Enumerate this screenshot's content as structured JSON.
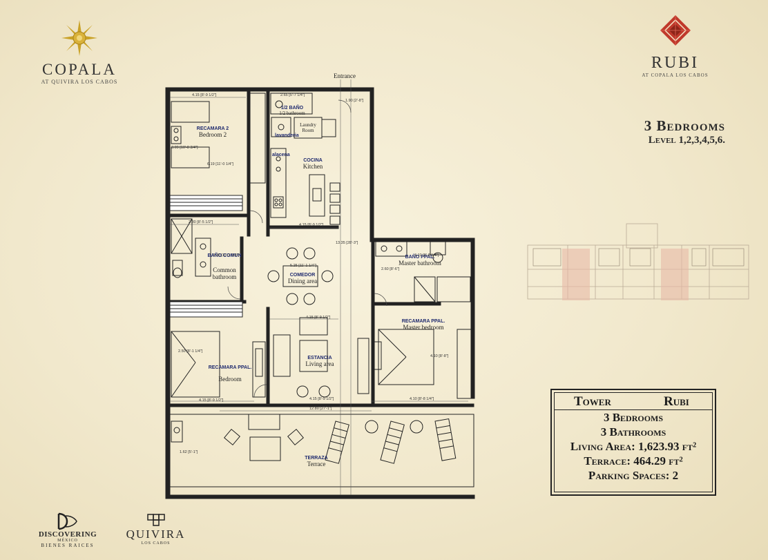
{
  "brand_left": {
    "title": "COPALA",
    "subtitle": "AT QUIVIRA LOS CABOS",
    "icon": "sun-logo-icon"
  },
  "brand_right": {
    "title": "RUBI",
    "subtitle": "AT COPALA LOS CABOS",
    "icon": "ruby-gem-icon"
  },
  "heading": {
    "bedrooms": "3 Bedrooms",
    "levels": "Level 1,2,3,4,5,6."
  },
  "plan": {
    "entrance": "Entrance",
    "rooms": {
      "bedroom2": {
        "es": "RECAMARA 2",
        "en": "Bedroom 2"
      },
      "half_bath": {
        "es": "1/2 BAÑO",
        "en": "1/2 bathroom"
      },
      "laundry": {
        "es": "lavanderia",
        "en": "Laundry Room"
      },
      "storage": {
        "es": "alacena"
      },
      "kitchen": {
        "es": "COCINA",
        "en": "Kitchen"
      },
      "common_bath": {
        "es": "BAÑO COMUN",
        "en": "Common bathroom"
      },
      "dining": {
        "es": "COMEDOR",
        "en": "Dining area"
      },
      "master_bath": {
        "es": "BAÑO PPAL.",
        "en": "Master bathroom"
      },
      "bedroom": {
        "es": "RECAMARA PPAL.",
        "en": "Bedroom"
      },
      "living": {
        "es": "ESTANCIA",
        "en": "Living area"
      },
      "master_bedroom": {
        "es": "RECAMARA PPAL.",
        "en": "Master bedroom"
      },
      "terrace": {
        "es": "TERRAZA",
        "en": "Terrace"
      }
    },
    "dims": {
      "d1": "4.15 [8'-9 1/2\"]",
      "d2": "2.65 [5'-7 1/4\"]",
      "d3": "1.90 [2'-8\"]",
      "d4": "3.09 [10'-8 3/4\"]",
      "d5": "6.19 [11'-0 1/4\"]",
      "d6": "4.15 [8'-9 1/2\"]",
      "d7": "2.30 [8'-5 1/2\"]",
      "d8": "3.36 [11'-1 1/4\"]",
      "d9": "5.25 [11'-1 1/4\"]",
      "d10": "13.35 [28'-3\"]",
      "d11": "4.10 [8'-8 1/4\"]",
      "d12": "2.60 [8'-6\"]",
      "d13": "4.15 [8'-9 1/2\"]",
      "d14": "4.10 [8'-8\"]",
      "d15": "4.15 [8'-9 1/2\"]",
      "d16": "4.15 [8'-9 1/2\"]",
      "d17": "4.10 [8'-8 1/4\"]",
      "d18": "12.80 [27'-1\"]",
      "d19": "1.62 [5'-1\"]",
      "d20": "2.50 [8'-1 1/4\"]"
    }
  },
  "info": {
    "tower_label": "Tower",
    "tower_name": "Rubi",
    "bedrooms": "3 Bedrooms",
    "bathrooms": "3 Bathrooms",
    "living_area": "Living Area: 1,623.93 ft²",
    "terrace": "Terrace: 464.29 ft²",
    "parking": "Parking Spaces: 2"
  },
  "footer": {
    "left": {
      "title": "DISCOVERING",
      "sub1": "MÉXICO",
      "sub2": "BIENES RAICES",
      "icon": "discovering-logo-icon"
    },
    "right": {
      "title": "QUIVIRA",
      "sub": "LOS CABOS",
      "icon": "quivira-logo-icon"
    }
  },
  "colors": {
    "ruby": "#c0392b",
    "gold": "#c9a227",
    "ink": "#2a2a2a",
    "navy": "#1f2a6e"
  }
}
